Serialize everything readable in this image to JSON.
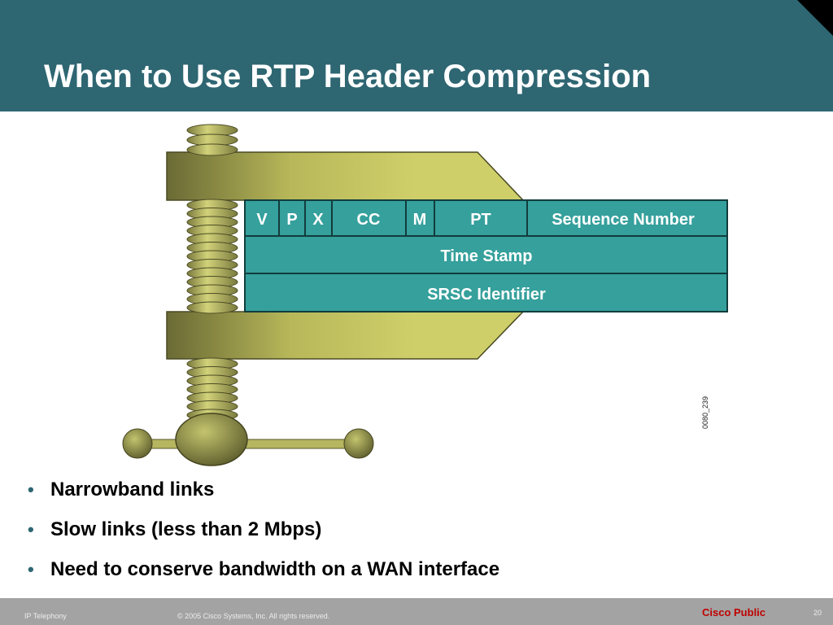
{
  "slide": {
    "title": "When to Use RTP Header Compression",
    "figure_code": "0080_239"
  },
  "diagram": {
    "header_row1": [
      "V",
      "P",
      "X",
      "CC",
      "M",
      "PT",
      "Sequence Number"
    ],
    "header_row2": "Time Stamp",
    "header_row3": "SRSC Identifier",
    "colors": {
      "field_fill": "#35a09c",
      "clamp_light": "#cfcf6a",
      "clamp_dark": "#6a6a35",
      "header_bar": "#2e6672"
    }
  },
  "bullets": [
    "Narrowband links",
    "Slow links (less than 2 Mbps)",
    "Need to conserve bandwidth on a WAN interface"
  ],
  "footer": {
    "left": "IP Telephony",
    "copyright": "© 2005 Cisco Systems, Inc. All rights reserved.",
    "classification": "Cisco Public",
    "page": "20"
  }
}
